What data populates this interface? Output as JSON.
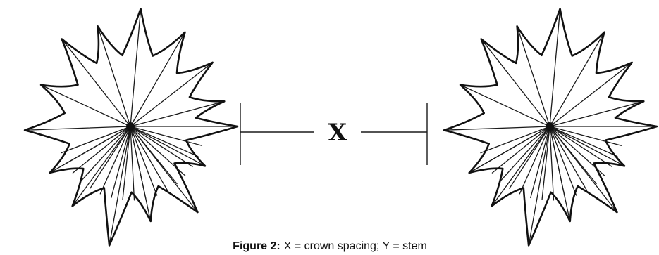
{
  "figure": {
    "spacing_symbol": "X",
    "caption_prefix": "Figure 2:",
    "caption_text": "X = crown spacing; Y = stem"
  },
  "colors": {
    "ink": "#111111",
    "background": "#ffffff"
  }
}
